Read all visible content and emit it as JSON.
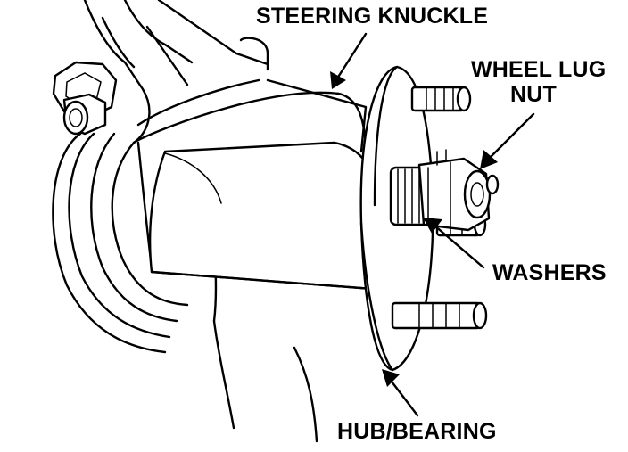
{
  "labels": {
    "steering_knuckle": "STEERING KNUCKLE",
    "wheel_lug_nut_line1": "WHEEL LUG",
    "wheel_lug_nut_line2": "NUT",
    "washers": "WASHERS",
    "hub_bearing": "HUB/BEARING"
  },
  "colors": {
    "ink": "#000000",
    "paper": "#ffffff"
  }
}
